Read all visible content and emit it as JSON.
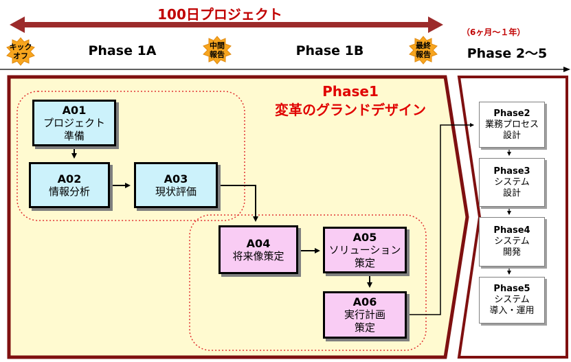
{
  "header": {
    "project_title": "100日プロジェクト",
    "duration_note": "（6ヶ月〜１年）"
  },
  "timeline": {
    "milestones": [
      {
        "label": "キック\nオフ",
        "line1": "キック",
        "line2": "オフ"
      },
      {
        "label": "中間\n報告",
        "line1": "中間",
        "line2": "報告"
      },
      {
        "label": "最終\n報告",
        "line1": "最終",
        "line2": "報告"
      }
    ],
    "phases": [
      "Phase 1A",
      "Phase 1B",
      "Phase 2〜5"
    ]
  },
  "phase1": {
    "title_line1": "Phase1",
    "title_line2": "変革のグランドデザイン",
    "activities": [
      {
        "code": "A01",
        "line1": "プロジェクト",
        "line2": "準備"
      },
      {
        "code": "A02",
        "line1": "情報分析",
        "line2": ""
      },
      {
        "code": "A03",
        "line1": "現状評価",
        "line2": ""
      },
      {
        "code": "A04",
        "line1": "将来像策定",
        "line2": ""
      },
      {
        "code": "A05",
        "line1": "ソリューション",
        "line2": "策定"
      },
      {
        "code": "A06",
        "line1": "実行計画",
        "line2": "策定"
      }
    ]
  },
  "later_phases": [
    {
      "code": "Phase2",
      "line1": "業務プロセス",
      "line2": "設計"
    },
    {
      "code": "Phase3",
      "line1": "システム",
      "line2": "設計"
    },
    {
      "code": "Phase4",
      "line1": "システム",
      "line2": "開発"
    },
    {
      "code": "Phase5",
      "line1": "システム",
      "line2": "導入・運用"
    }
  ],
  "colors": {
    "accent_red": "#c00000",
    "phase1_panel": "#fffad0",
    "panel_border": "#7f1010",
    "activity_cyan": "#ccf2fb",
    "activity_pink": "#f9ccf4",
    "milestone_orange": "#f7a51e"
  }
}
